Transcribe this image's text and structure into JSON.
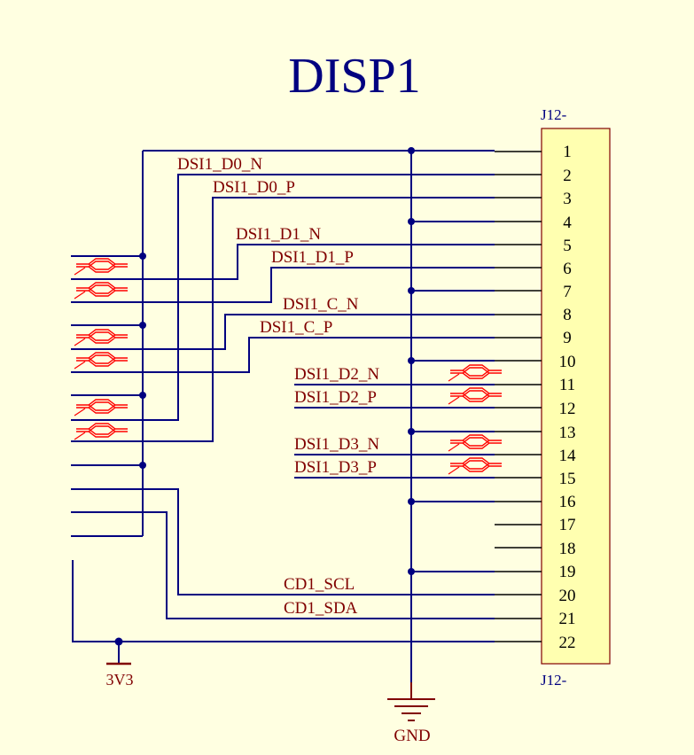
{
  "title": "DISP1",
  "connector": {
    "ref_top": "J12-",
    "ref_bottom": "J12-",
    "pins": [
      "1",
      "2",
      "3",
      "4",
      "5",
      "6",
      "7",
      "8",
      "9",
      "10",
      "11",
      "12",
      "13",
      "14",
      "15",
      "16",
      "17",
      "18",
      "19",
      "20",
      "21",
      "22"
    ]
  },
  "nets": {
    "d0n": "DSI1_D0_N",
    "d0p": "DSI1_D0_P",
    "d1n": "DSI1_D1_N",
    "d1p": "DSI1_D1_P",
    "cn": "DSI1_C_N",
    "cp": "DSI1_C_P",
    "d2n": "DSI1_D2_N",
    "d2p": "DSI1_D2_P",
    "d3n": "DSI1_D3_N",
    "d3p": "DSI1_D3_P",
    "scl": "CD1_SCL",
    "sda": "CD1_SDA"
  },
  "power": {
    "v33": "3V3",
    "gnd": "GND"
  },
  "colors": {
    "wire": "#000080",
    "label": "#800000",
    "body_fill": "#ffffb0",
    "body_stroke": "#800000",
    "diff_mark": "#ff0000"
  }
}
